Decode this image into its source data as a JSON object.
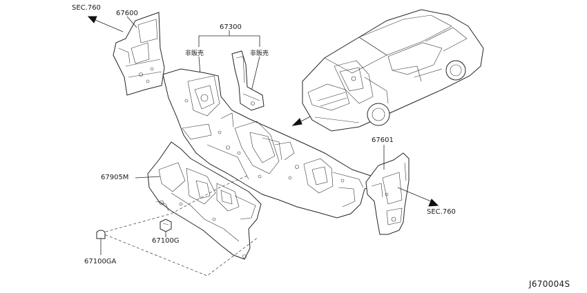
{
  "labels": {
    "sec_top": "SEC.760",
    "part_67600": "67600",
    "part_67300": "67300",
    "not_for_sale_left": "非販売",
    "not_for_sale_right": "非販売",
    "part_67601": "67601",
    "part_67905m": "67905M",
    "part_67100g": "67100G",
    "part_67100ga": "67100GA",
    "sec_right": "SEC.760",
    "diagram_code": "J670004S"
  }
}
